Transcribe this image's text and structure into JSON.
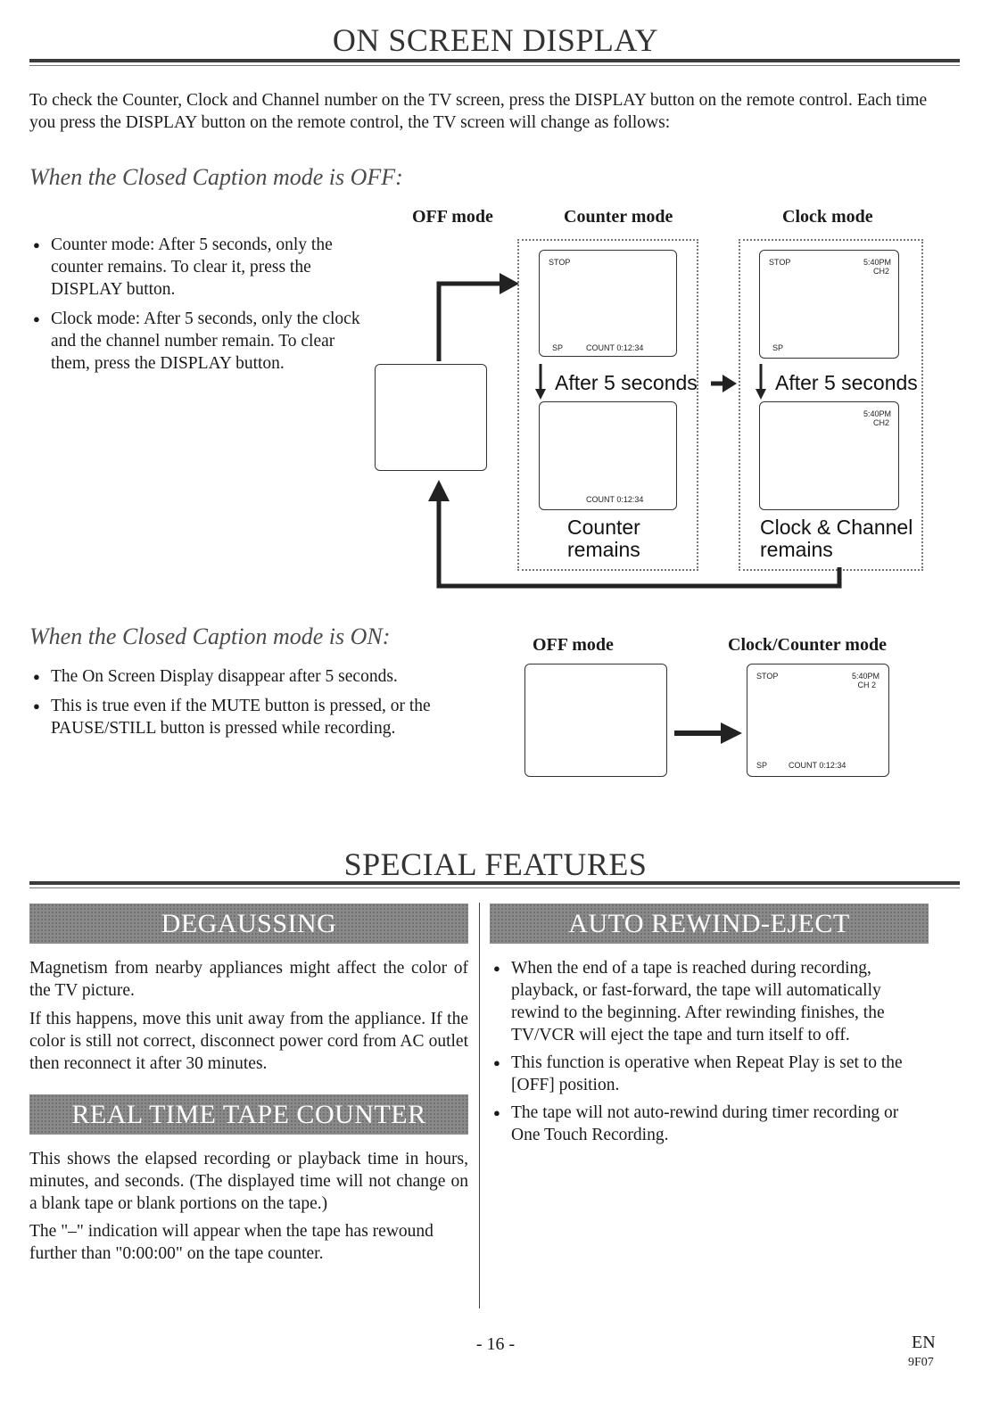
{
  "osd": {
    "title": "ON SCREEN DISPLAY",
    "intro": "To check the Counter, Clock and Channel number on the TV screen, press the DISPLAY button on the remote control. Each time you press the DISPLAY button on the remote control, the TV screen will change as follows:",
    "off_section": {
      "heading": "When the Closed Caption mode is OFF:",
      "bullets": [
        "Counter mode: After 5 seconds, only the counter remains. To clear it, press the DISPLAY button.",
        "Clock mode: After 5 seconds, only the clock and the channel number remain. To clear them, press the DISPLAY button."
      ],
      "labels": {
        "off": "OFF mode",
        "counter": "Counter mode",
        "clock": "Clock mode"
      },
      "counter_screen": {
        "stop": "STOP",
        "sp": "SP",
        "count": "COUNT  0:12:34"
      },
      "clock_screen": {
        "stop": "STOP",
        "time": "5:40PM",
        "ch": "CH2",
        "sp": "SP"
      },
      "after_counter": "After 5 seconds",
      "after_clock": "After 5 seconds",
      "counter_remains_screen": {
        "count": "COUNT  0:12:34"
      },
      "clock_remains_screen": {
        "time": "5:40PM",
        "ch": "CH2"
      },
      "counter_remains_1": "Counter",
      "counter_remains_2": "remains",
      "clock_remains_1": "Clock & Channel",
      "clock_remains_2": "remains"
    },
    "on_section": {
      "heading": "When the Closed Caption mode is ON:",
      "bullets": [
        "The On Screen Display disappear after 5 seconds.",
        "This is true even if the MUTE button is pressed, or the PAUSE/STILL button is pressed while recording."
      ],
      "labels": {
        "off": "OFF mode",
        "clock_counter": "Clock/Counter mode"
      },
      "screen": {
        "stop": "STOP",
        "time": "5:40PM",
        "ch": "CH 2",
        "sp": "SP",
        "count": "COUNT  0:12:34"
      }
    }
  },
  "special": {
    "title": "SPECIAL FEATURES",
    "degaussing": {
      "title": "DEGAUSSING",
      "p1": "Magnetism from nearby appliances might affect the color of the TV picture.",
      "p2": "If this happens, move this unit away from the appliance. If the color is still not correct, disconnect power cord from AC outlet then reconnect it after 30 minutes."
    },
    "counter": {
      "title": "REAL TIME TAPE COUNTER",
      "p1": "This shows the elapsed recording or playback time in hours, minutes, and seconds. (The displayed time will not change on a blank tape or blank portions on the tape.)",
      "p2": "The \"–\" indication will appear when the tape has rewound further than \"0:00:00\" on the tape counter."
    },
    "auto_rewind": {
      "title": "AUTO REWIND-EJECT",
      "bullets": [
        "When the end of a tape is reached during recording, playback, or fast-forward, the tape will automatically rewind to the beginning. After rewinding finishes, the TV/VCR will eject the tape and turn itself to off.",
        "This function is operative when Repeat Play is set to the [OFF] position.",
        "The tape will not auto-rewind during timer recording or One Touch Recording."
      ]
    }
  },
  "footer": {
    "page": "- 16 -",
    "lang": "EN",
    "code": "9F07"
  }
}
